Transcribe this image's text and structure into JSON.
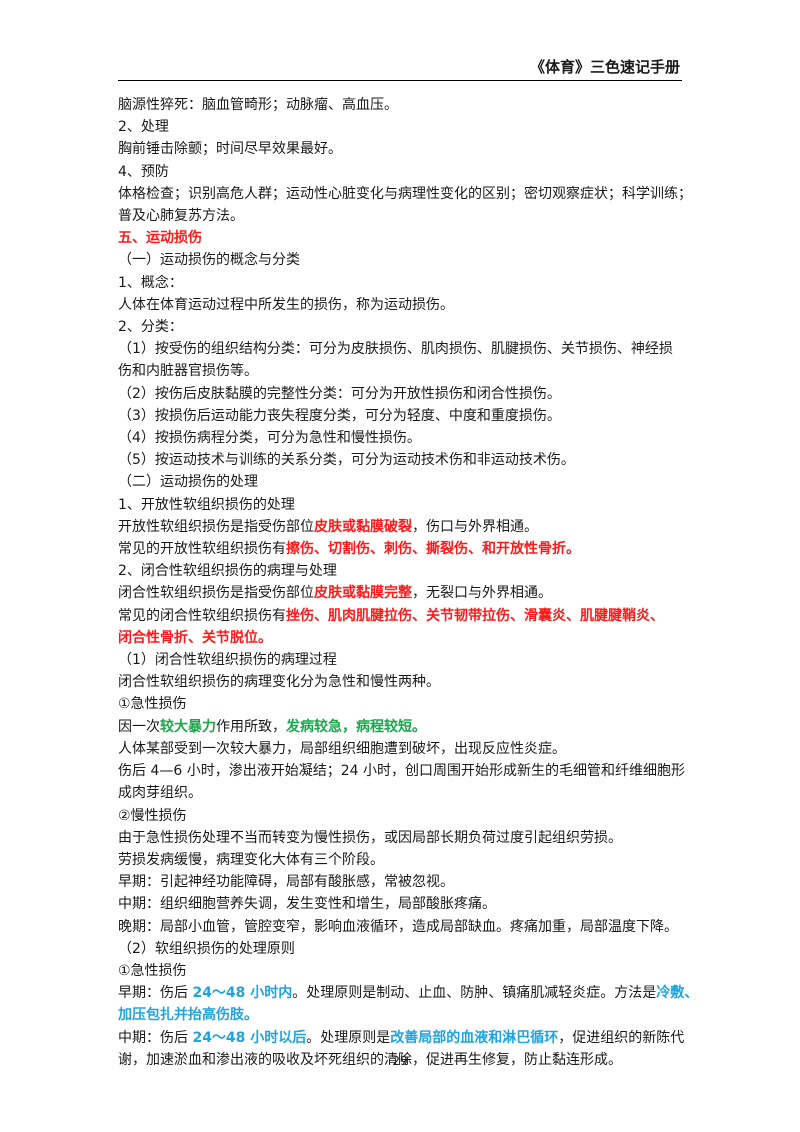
{
  "header": {
    "title": "《体育》三色速记手册"
  },
  "lines": [
    [
      "脑源性猝死：脑血管畸形；动脉瘤、高血压。"
    ],
    [
      "2、处理"
    ],
    [
      "胸前锤击除颤；时间尽早效果最好。"
    ],
    [
      "4、预防"
    ],
    [
      "体格检查；识别高危人群；运动性心脏变化与病理性变化的区别；密切观察症状；科学训练；"
    ],
    [
      "普及心肺复苏方法。"
    ],
    [
      "五、运动损伤"
    ],
    [
      "（一）运动损伤的概念与分类"
    ],
    [
      "1、概念："
    ],
    [
      "人体在体育运动过程中所发生的损伤，称为运动损伤。"
    ],
    [
      "2、分类："
    ],
    [
      "（1）按受伤的组织结构分类：可分为皮肤损伤、肌肉损伤、肌腱损伤、关节损伤、神经损"
    ],
    [
      "伤和内脏器官损伤等。"
    ],
    [
      "（2）按伤后皮肤黏膜的完整性分类：可分为开放性损伤和闭合性损伤。"
    ],
    [
      "（3）按损伤后运动能力丧失程度分类，可分为轻度、中度和重度损伤。"
    ],
    [
      "（4）按损伤病程分类，可分为急性和慢性损伤。"
    ],
    [
      "（5）按运动技术与训练的关系分类，可分为运动技术伤和非运动技术伤。"
    ],
    [
      "（二）运动损伤的处理"
    ],
    [
      "1、开放性软组织损伤的处理"
    ],
    [
      "开放性软组织损伤是指受伤部位",
      "皮肤或黏膜破裂",
      "，伤口与外界相通。"
    ],
    [
      "常见的开放性软组织损伤有",
      "擦伤、切割伤、刺伤、撕裂伤、和开放性骨折。"
    ],
    [
      "2、闭合性软组织损伤的病理与处理"
    ],
    [
      "闭合性软组织损伤是指受伤部位",
      "皮肤或黏膜完整",
      "，无裂口与外界相通。"
    ],
    [
      "常见的闭合性软组织损伤有",
      "挫伤、肌肉肌腱拉伤、关节韧带拉伤、滑囊炎、肌腱腱鞘炎、"
    ],
    [
      "闭合性骨折、关节脱位。"
    ],
    [
      "（1）闭合性软组织损伤的病理过程"
    ],
    [
      "闭合性软组织损伤的病理变化分为急性和慢性两种。"
    ],
    [
      "①急性损伤"
    ],
    [
      "因一次",
      "较大暴力",
      "作用所致，",
      "发病较急，病程较短。"
    ],
    [
      "人体某部受到一次较大暴力，局部组织细胞遭到破坏，出现反应性炎症。"
    ],
    [
      "伤后 4—6 小时，渗出液开始凝结；24 小时，创口周围开始形成新生的毛细管和纤维细胞形"
    ],
    [
      "成肉芽组织。"
    ],
    [
      "②慢性损伤"
    ],
    [
      "由于急性损伤处理不当而转变为慢性损伤，或因局部长期负荷过度引起组织劳损。"
    ],
    [
      "劳损发病缓慢，病理变化大体有三个阶段。"
    ],
    [
      "早期：引起神经功能障碍，局部有酸胀感，常被忽视。"
    ],
    [
      "中期：组织细胞营养失调，发生变性和增生，局部酸胀疼痛。"
    ],
    [
      "晚期：局部小血管，管腔变窄，影响血液循环，造成局部缺血。疼痛加重，局部温度下降。"
    ],
    [
      "（2）软组织损伤的处理原则"
    ],
    [
      "①急性损伤"
    ],
    [
      "早期：伤后 ",
      "24～48 小时内",
      "。处理原则是制动、止血、防肿、镇痛肌减轻炎症。方法是",
      "冷敷、"
    ],
    [
      "加压包扎并抬高伤肢。"
    ],
    [
      "中期：伤后 ",
      "24～48 小时以后",
      "。处理原则是",
      "改善局部的血液和淋巴循环",
      "，促进组织的新陈代"
    ],
    [
      "谢，加速淤血和渗出液的吸收及坏死组织的清除，促进再生修复，防止黏连形成。"
    ]
  ],
  "footer": {
    "page_number": "29"
  },
  "colors": {
    "red": "#ff1a1a",
    "green": "#1aa84c",
    "blue": "#1fa4e0"
  }
}
